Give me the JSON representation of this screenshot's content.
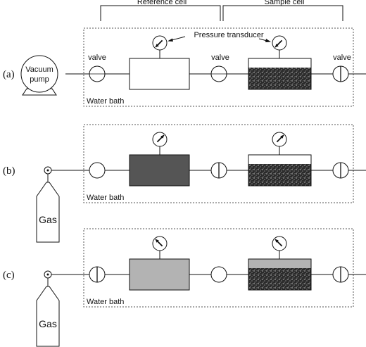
{
  "header": {
    "reference_cell": "Reference cell",
    "sample_cell": "Sample cell",
    "pressure_transducer": "Pressure transducer"
  },
  "rows": [
    {
      "label": "(a)",
      "source": "Vacuum pump",
      "source_line1": "Vacuum",
      "source_line2": "pump",
      "bath": "Water bath",
      "valve_labels": [
        "valve",
        "valve",
        "valve"
      ],
      "valve_states": [
        "horizontal",
        "horizontal",
        "vertical"
      ],
      "reference_fill": "#ffffff",
      "sample_gas_fill": "#ffffff",
      "gauge_needle": "lower-left"
    },
    {
      "label": "(b)",
      "source": "Gas",
      "bath": "Water bath",
      "valve_states": [
        "open",
        "vertical",
        "vertical"
      ],
      "reference_fill": "#555555",
      "sample_gas_fill": "#ffffff",
      "gauge_needle": "upper-right"
    },
    {
      "label": "(c)",
      "source": "Gas",
      "bath": "Water bath",
      "valve_states": [
        "vertical",
        "open",
        "vertical"
      ],
      "reference_fill": "#b3b3b3",
      "sample_gas_fill": "#b3b3b3",
      "gauge_needle": "upper-left"
    }
  ],
  "colors": {
    "line": "#111111",
    "bath_border": "#555555",
    "adsorbent_fill": "#2b2b2b"
  }
}
